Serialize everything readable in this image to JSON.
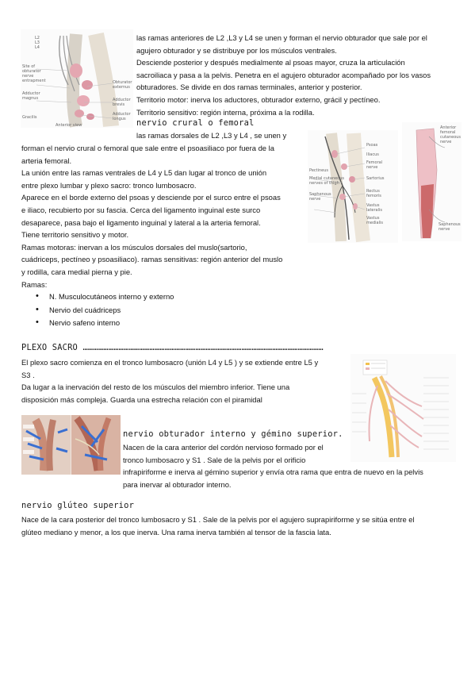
{
  "obturador_intro": [
    "las ramas anteriores de L2 ,L3 y L4 se unen y forman el nervio obturador que sale por el",
    "agujero obturador y se distribuye por los músculos ventrales.",
    "Desciende posterior y después medialmente al psoas mayor, cruza la articulación",
    "sacroiliaca y pasa a la pelvis. Penetra en el agujero obturador acompañado por los vasos",
    "obturadores. Se divide en dos ramas terminales, anterior y posterior.",
    "Territorio motor: inerva los aductores, obturador externo, grácil y pectíneo.",
    "Territorio sensitivo: región interna, próxima a la rodilla."
  ],
  "crural": {
    "heading": "nervio crural o femoral",
    "lines": [
      "las ramas dorsales de L2 ,L3 y L4 , se unen y",
      "forman el nervio crural o femoral que sale entre el psoasiliaco por fuera de la",
      "arteria femoral.",
      "La unión entre las ramas ventrales de L4 y L5 dan lugar al tronco de unión",
      "entre plexo lumbar y plexo sacro: tronco lumbosacro.",
      "Aparece en el borde externo del psoas y desciende por el surco entre el psoas",
      "e iliaco, recubierto por su fascia. Cerca del ligamento inguinal este surco",
      "desaparece, pasa bajo el ligamento inguinal y lateral a la arteria femoral.",
      "Tiene territorio sensitivo y motor.",
      "Ramas motoras: inervan a los músculos dorsales del muslo(sartorio,",
      "cuádriceps, pectíneo y psoasiliaco). ramas sensitivas: región anterior del muslo",
      "y rodilla, cara medial pierna y pie.",
      "Ramas:"
    ],
    "ramas": [
      "N. Musculocutáneos interno y externo",
      "Nervio del cuádriceps",
      "Nervio safeno interno"
    ]
  },
  "sacro": {
    "heading": "PLEXO SACRO ……………………………………………………………………………………………………………………………",
    "lines": [
      "El plexo sacro comienza en el tronco lumbosacro (unión L4 y L5 ) y se extiende entre L5 y",
      "S3 .",
      "Da lugar a la inervación del resto de los músculos del miembro inferior. Tiene una",
      "disposición más compleja. Guarda una estrecha relación con el piramidal"
    ]
  },
  "obturador_interno": {
    "heading": "nervio obturador interno y gémino superior.",
    "lines": [
      "Nacen de la cara anterior del cordón nervioso formado por el",
      "tronco lumbosacro y S1 . Sale de la pelvis por el orificio",
      "infrapiriforme e inerva al gémino superior y envía otra rama que entra de nuevo en la pelvis",
      "para inervar al obturador interno."
    ]
  },
  "gluteo": {
    "heading": "nervio glúteo superior",
    "lines": [
      "Nace de la cara posterior del tronco lumbosacro y S1 . Sale de la pelvis por el agujero suprapiriforme y se sitúa entre el",
      "glúteo mediano y menor, a los que inerva. Una rama inerva también al tensor de la fascia lata."
    ]
  },
  "figure_labels": {
    "fig1": [
      "L2",
      "L3",
      "L4",
      "Site of",
      "obturator",
      "nerve",
      "entrapment",
      "Obturator",
      "externus",
      "Adductor",
      "magnus",
      "Adductor",
      "brevis",
      "Adductor",
      "longus",
      "Gracilis",
      "Anterior view"
    ],
    "fig2": [
      "Psoas",
      "Iliacus",
      "Femoral",
      "nerve",
      "Pectineus",
      "Sartorius",
      "Medial cutaneous",
      "nerves of thigh",
      "Saphenous",
      "nerve",
      "Rectus",
      "femoris",
      "Vastus",
      "lateralis",
      "Vastus",
      "medialis"
    ],
    "fig3": [
      "Anterior",
      "femoral",
      "cutaneous",
      "nerve",
      "Saphenous",
      "nerve"
    ]
  },
  "colors": {
    "nerve_yellow": "#f2c14e",
    "muscle_red": "#c65a5a",
    "muscle_pink": "#e8b5b8",
    "bone": "#e9e2d4"
  }
}
